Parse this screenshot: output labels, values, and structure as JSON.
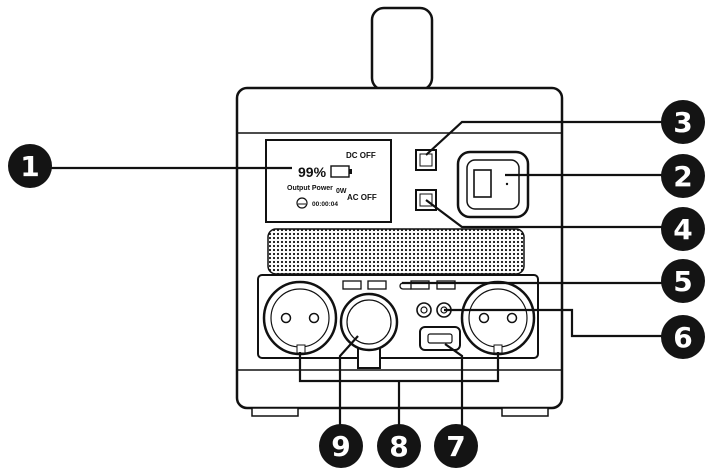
{
  "display": {
    "battery_percent": "99%",
    "dc_status": "DC OFF",
    "output_label": "Output Power",
    "output_value": "0W",
    "ac_status": "AC OFF",
    "timer": "00:00:04"
  },
  "callouts": [
    {
      "number": "1",
      "target": "lcd-display"
    },
    {
      "number": "2",
      "target": "main-power-switch"
    },
    {
      "number": "3",
      "target": "dc-button"
    },
    {
      "number": "4",
      "target": "ac-button"
    },
    {
      "number": "5",
      "target": "usb-ports"
    },
    {
      "number": "6",
      "target": "dc-outputs"
    },
    {
      "number": "7",
      "target": "input-port"
    },
    {
      "number": "8",
      "target": "ac-outlets"
    },
    {
      "number": "9",
      "target": "car-port"
    }
  ],
  "colors": {
    "ink": "#111111",
    "badge": "#141414",
    "paper": "#ffffff"
  }
}
